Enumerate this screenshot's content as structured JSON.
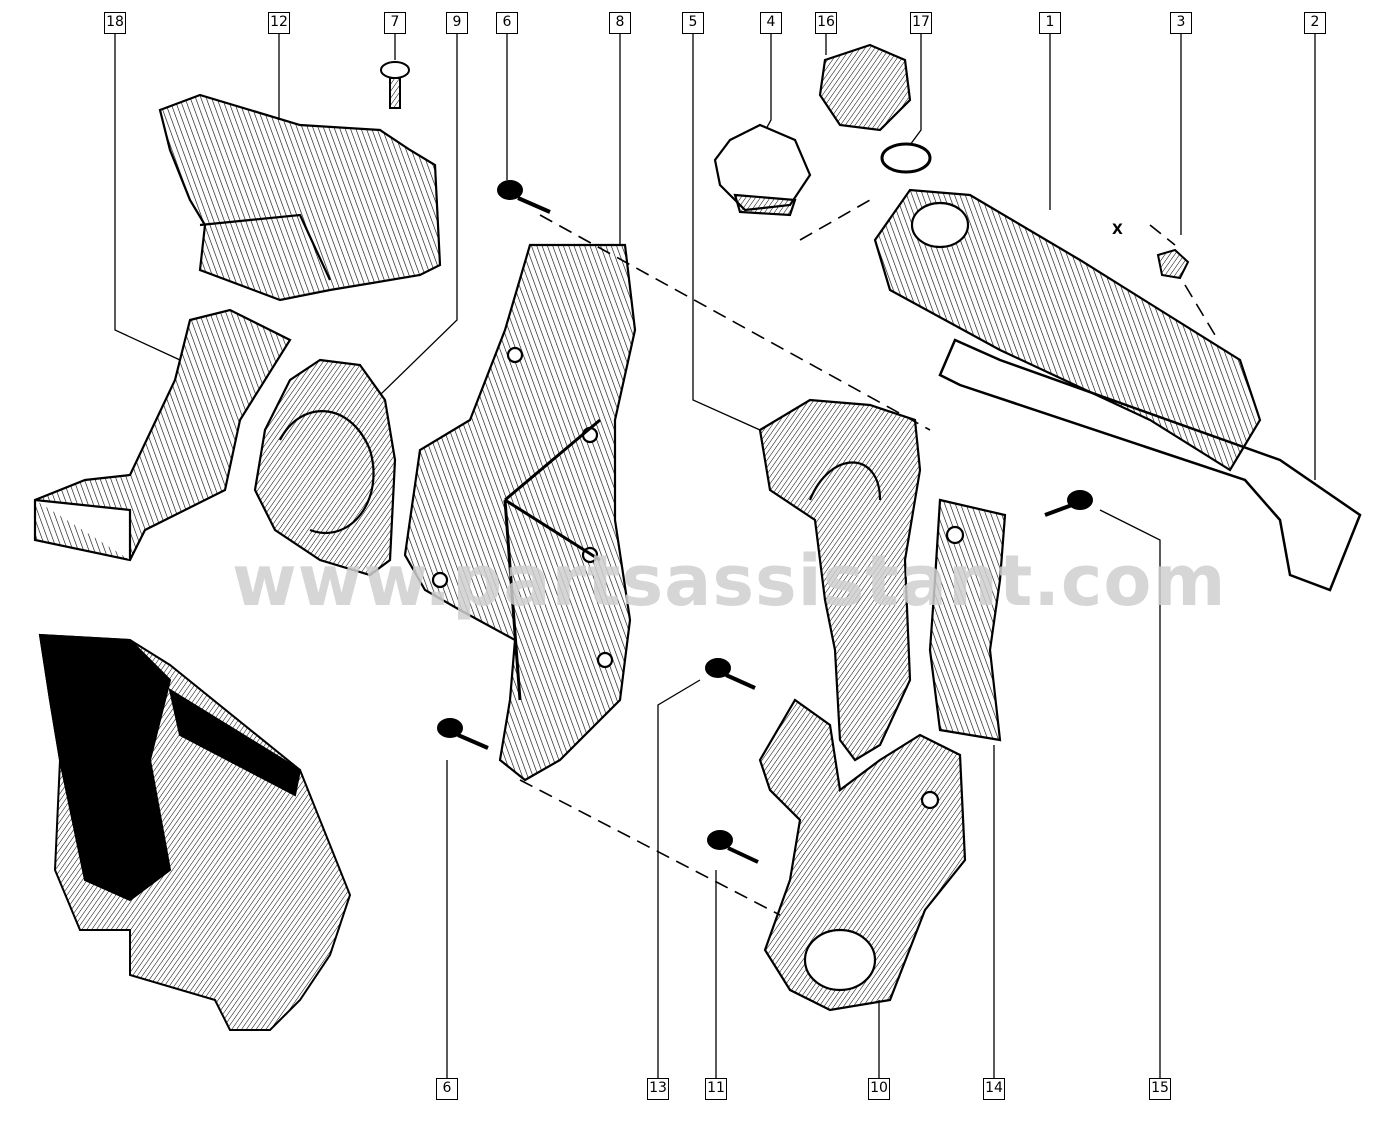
{
  "diagram": {
    "watermark": "www.partsassistant.com",
    "x_marker": "X",
    "callouts": [
      {
        "id": "18",
        "label": "18"
      },
      {
        "id": "12",
        "label": "12"
      },
      {
        "id": "7",
        "label": "7"
      },
      {
        "id": "9",
        "label": "9"
      },
      {
        "id": "6a",
        "label": "6"
      },
      {
        "id": "8",
        "label": "8"
      },
      {
        "id": "5",
        "label": "5"
      },
      {
        "id": "4",
        "label": "4"
      },
      {
        "id": "16",
        "label": "16"
      },
      {
        "id": "17",
        "label": "17"
      },
      {
        "id": "1",
        "label": "1"
      },
      {
        "id": "3",
        "label": "3"
      },
      {
        "id": "2",
        "label": "2"
      },
      {
        "id": "6b",
        "label": "6"
      },
      {
        "id": "13",
        "label": "13"
      },
      {
        "id": "11",
        "label": "11"
      },
      {
        "id": "10",
        "label": "10"
      },
      {
        "id": "14",
        "label": "14"
      },
      {
        "id": "15",
        "label": "15"
      }
    ]
  }
}
